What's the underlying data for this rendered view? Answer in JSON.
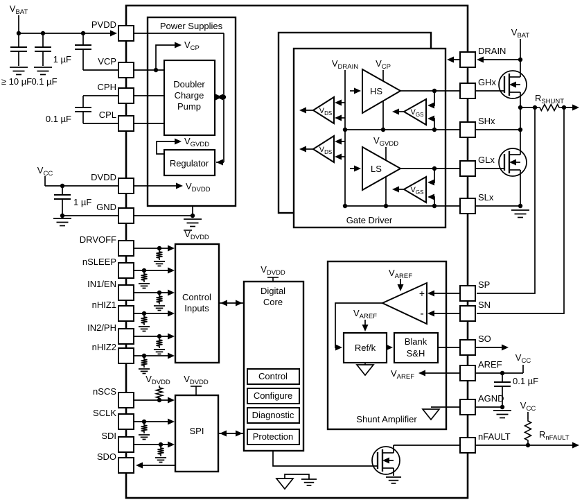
{
  "pins_left": [
    "PVDD",
    "VCP",
    "CPH",
    "CPL",
    "DVDD",
    "GND",
    "DRVOFF",
    "nSLEEP",
    "IN1/EN",
    "nHIZ1",
    "IN2/PH",
    "nHIZ2",
    "nSCS",
    "SCLK",
    "SDI",
    "SDO"
  ],
  "pins_right": [
    "DRAIN",
    "GHx",
    "SHx",
    "GLx",
    "SLx",
    "SP",
    "SN",
    "SO",
    "AREF",
    "AGND",
    "nFAULT"
  ],
  "blocks": {
    "power_supplies": "Power Supplies",
    "doubler": [
      "Doubler",
      "Charge",
      "Pump"
    ],
    "regulator": "Regulator",
    "gate_driver": "Gate Driver",
    "hs": "HS",
    "ls": "LS",
    "control_inputs": [
      "Control",
      "Inputs"
    ],
    "digital_core": [
      "Digital",
      "Core"
    ],
    "core_subblocks": [
      "Control",
      "Configure",
      "Diagnostic",
      "Protection"
    ],
    "spi": "SPI",
    "refk": "Ref/k",
    "blank_sh": [
      "Blank",
      "S&H"
    ],
    "shunt_amplifier": "Shunt Amplifier"
  },
  "sub_labels": {
    "vbat": {
      "main": "V",
      "sub": "BAT"
    },
    "vcp": {
      "main": "V",
      "sub": "CP"
    },
    "vgvdd": {
      "main": "V",
      "sub": "GVDD"
    },
    "vdvdd": {
      "main": "V",
      "sub": "DVDD"
    },
    "vcc": {
      "main": "V",
      "sub": "CC"
    },
    "vdrain": {
      "main": "V",
      "sub": "DRAIN"
    },
    "vds": {
      "main": "V",
      "sub": "DS"
    },
    "vgs": {
      "main": "V",
      "sub": "GS"
    },
    "varef": {
      "main": "V",
      "sub": "AREF"
    },
    "rshunt": {
      "main": "R",
      "sub": "SHUNT"
    },
    "rnfault": {
      "main": "R",
      "sub": "nFAULT"
    }
  },
  "cap_labels": {
    "c10uf": "≥ 10 µF",
    "c01uf": "0.1 µF",
    "c1uf": "1 µF"
  },
  "opamp": {
    "plus": "+",
    "minus": "-"
  },
  "colors": {
    "line": "#000000",
    "background": "#ffffff"
  }
}
